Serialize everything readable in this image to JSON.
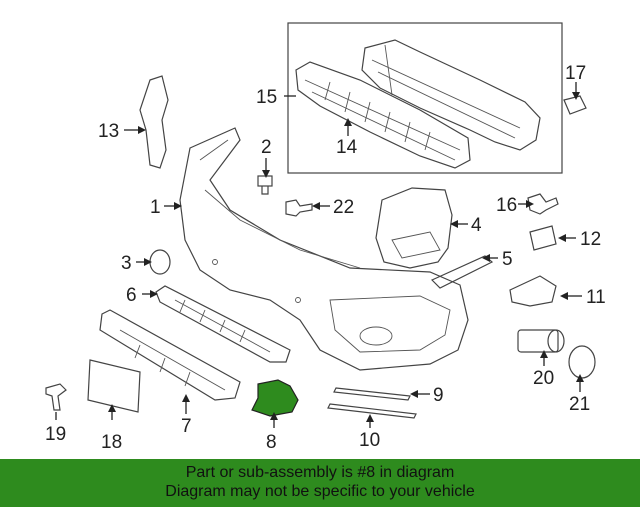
{
  "callouts": {
    "c1": "1",
    "c2": "2",
    "c3": "3",
    "c4": "4",
    "c5": "5",
    "c6": "6",
    "c7": "7",
    "c8": "8",
    "c9": "9",
    "c10": "10",
    "c11": "11",
    "c12": "12",
    "c13": "13",
    "c14": "14",
    "c15": "15",
    "c16": "16",
    "c17": "17",
    "c18": "18",
    "c19": "19",
    "c20": "20",
    "c21": "21",
    "c22": "22"
  },
  "highlight": {
    "part": "8",
    "color": "#2e8b1e"
  },
  "footer": {
    "line1": "Part or sub-assembly is #8 in diagram",
    "line2": "Diagram may not be specific to your vehicle",
    "background": "#2e8b1e"
  }
}
